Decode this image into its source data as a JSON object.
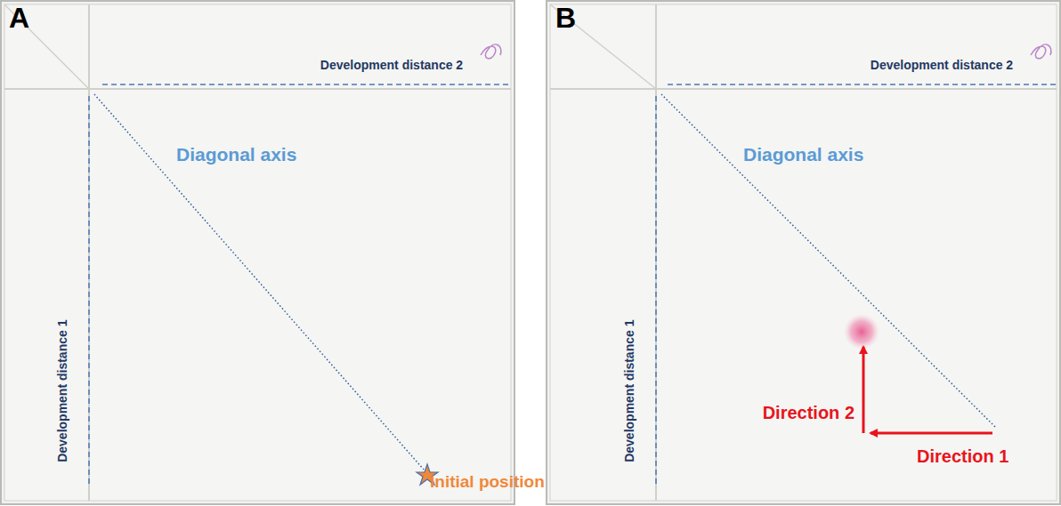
{
  "diagram": {
    "labels": [
      "A",
      "Development distance 2",
      "Diagonal axis",
      "Development distance 1",
      "Initial position",
      "B",
      "Development distance 2",
      "Diagonal axis",
      "Development distance 1",
      "Direction 2",
      "Direction 1"
    ]
  }
}
